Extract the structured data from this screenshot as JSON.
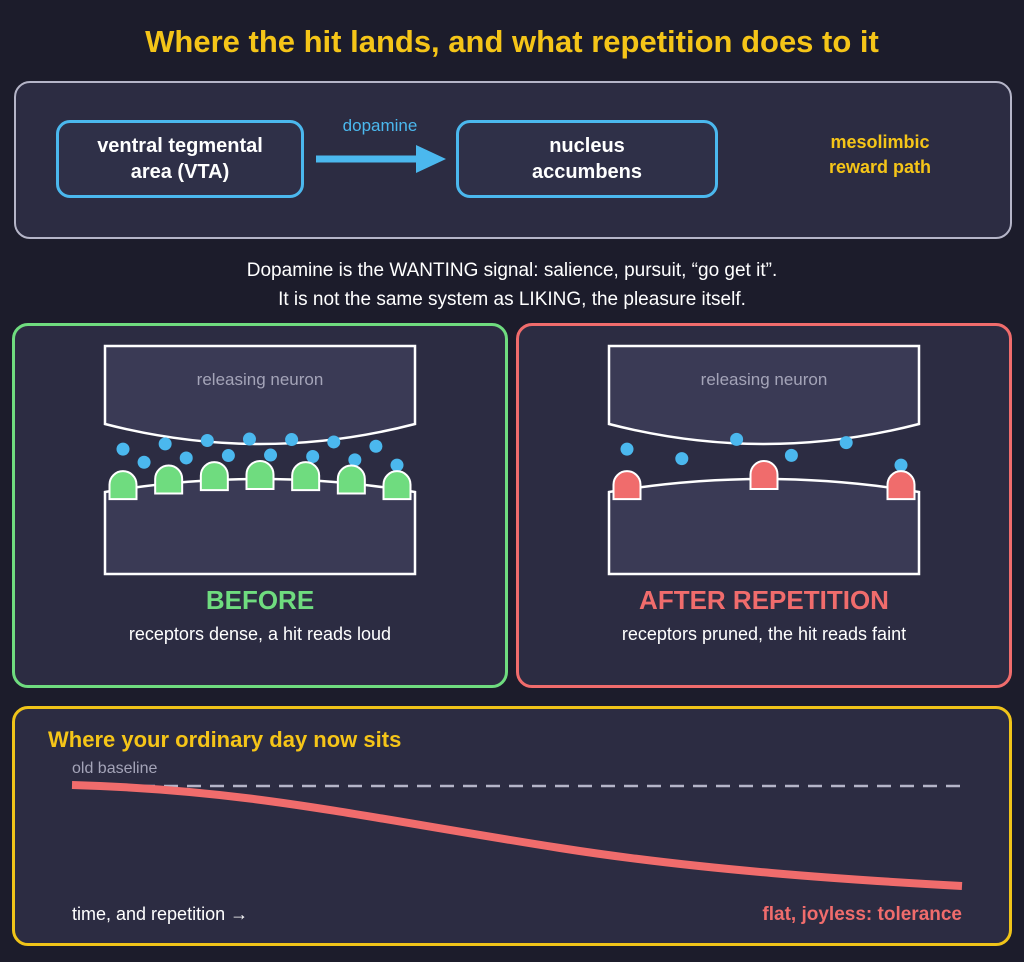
{
  "title": "Where the hit lands, and what repetition does to it",
  "pathway": {
    "source": "ventral tegmental\narea (VTA)",
    "arrow_label": "dopamine",
    "target": "nucleus\naccumbens",
    "path_name": "mesolimbic\nreward path"
  },
  "explanation": {
    "line1": "Dopamine is the WANTING signal: salience, pursuit, “go get it”.",
    "line2": "It is not the same system as LIKING, the pleasure itself."
  },
  "before": {
    "neuron_label": "releasing neuron",
    "title": "BEFORE",
    "caption": "receptors dense, a hit reads loud",
    "receptor_count": 7,
    "dopamine_count": 14
  },
  "after": {
    "neuron_label": "releasing neuron",
    "title": "AFTER REPETITION",
    "caption": "receptors pruned, the hit reads faint",
    "receptor_count": 3,
    "dopamine_count": 6
  },
  "baseline": {
    "title": "Where your ordinary day now sits",
    "old_label": "old baseline",
    "x_label": "time, and repetition →",
    "end_label": "flat, joyless: tolerance"
  },
  "colors": {
    "accent_yellow": "#f5c518",
    "dopamine_blue": "#4bb8ee",
    "before_green": "#6fdc7f",
    "after_red": "#f06c6c"
  }
}
